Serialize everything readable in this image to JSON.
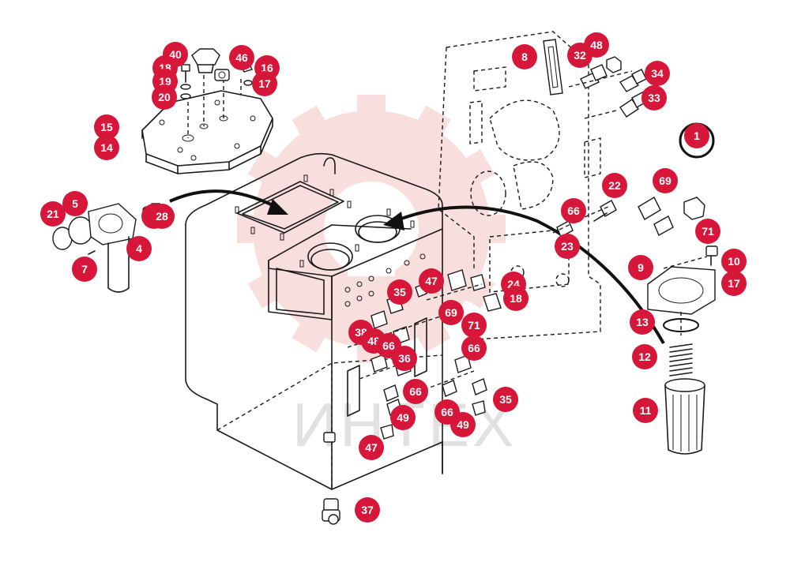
{
  "watermark": {
    "text": "ИНТЕХ",
    "color": "#f2b7b7"
  },
  "callout_color": "#d6173a",
  "callouts": [
    {
      "label": "40"
    },
    {
      "label": "46"
    },
    {
      "label": "18"
    },
    {
      "label": "16"
    },
    {
      "label": "19"
    },
    {
      "label": "17"
    },
    {
      "label": "20"
    },
    {
      "label": "15"
    },
    {
      "label": "14"
    },
    {
      "label": "21"
    },
    {
      "label": "5"
    },
    {
      "label": "6"
    },
    {
      "label": "28"
    },
    {
      "label": "4"
    },
    {
      "label": "7"
    },
    {
      "label": "8"
    },
    {
      "label": "32"
    },
    {
      "label": "48"
    },
    {
      "label": "34"
    },
    {
      "label": "33"
    },
    {
      "label": "1"
    },
    {
      "label": "22"
    },
    {
      "label": "69"
    },
    {
      "label": "66"
    },
    {
      "label": "23"
    },
    {
      "label": "71"
    },
    {
      "label": "10"
    },
    {
      "label": "9"
    },
    {
      "label": "17"
    },
    {
      "label": "47"
    },
    {
      "label": "24"
    },
    {
      "label": "35"
    },
    {
      "label": "18"
    },
    {
      "label": "69"
    },
    {
      "label": "71"
    },
    {
      "label": "13"
    },
    {
      "label": "38"
    },
    {
      "label": "48"
    },
    {
      "label": "66"
    },
    {
      "label": "36"
    },
    {
      "label": "66"
    },
    {
      "label": "12"
    },
    {
      "label": "66"
    },
    {
      "label": "35"
    },
    {
      "label": "11"
    },
    {
      "label": "66"
    },
    {
      "label": "49"
    },
    {
      "label": "49"
    },
    {
      "label": "47"
    },
    {
      "label": "37"
    }
  ]
}
